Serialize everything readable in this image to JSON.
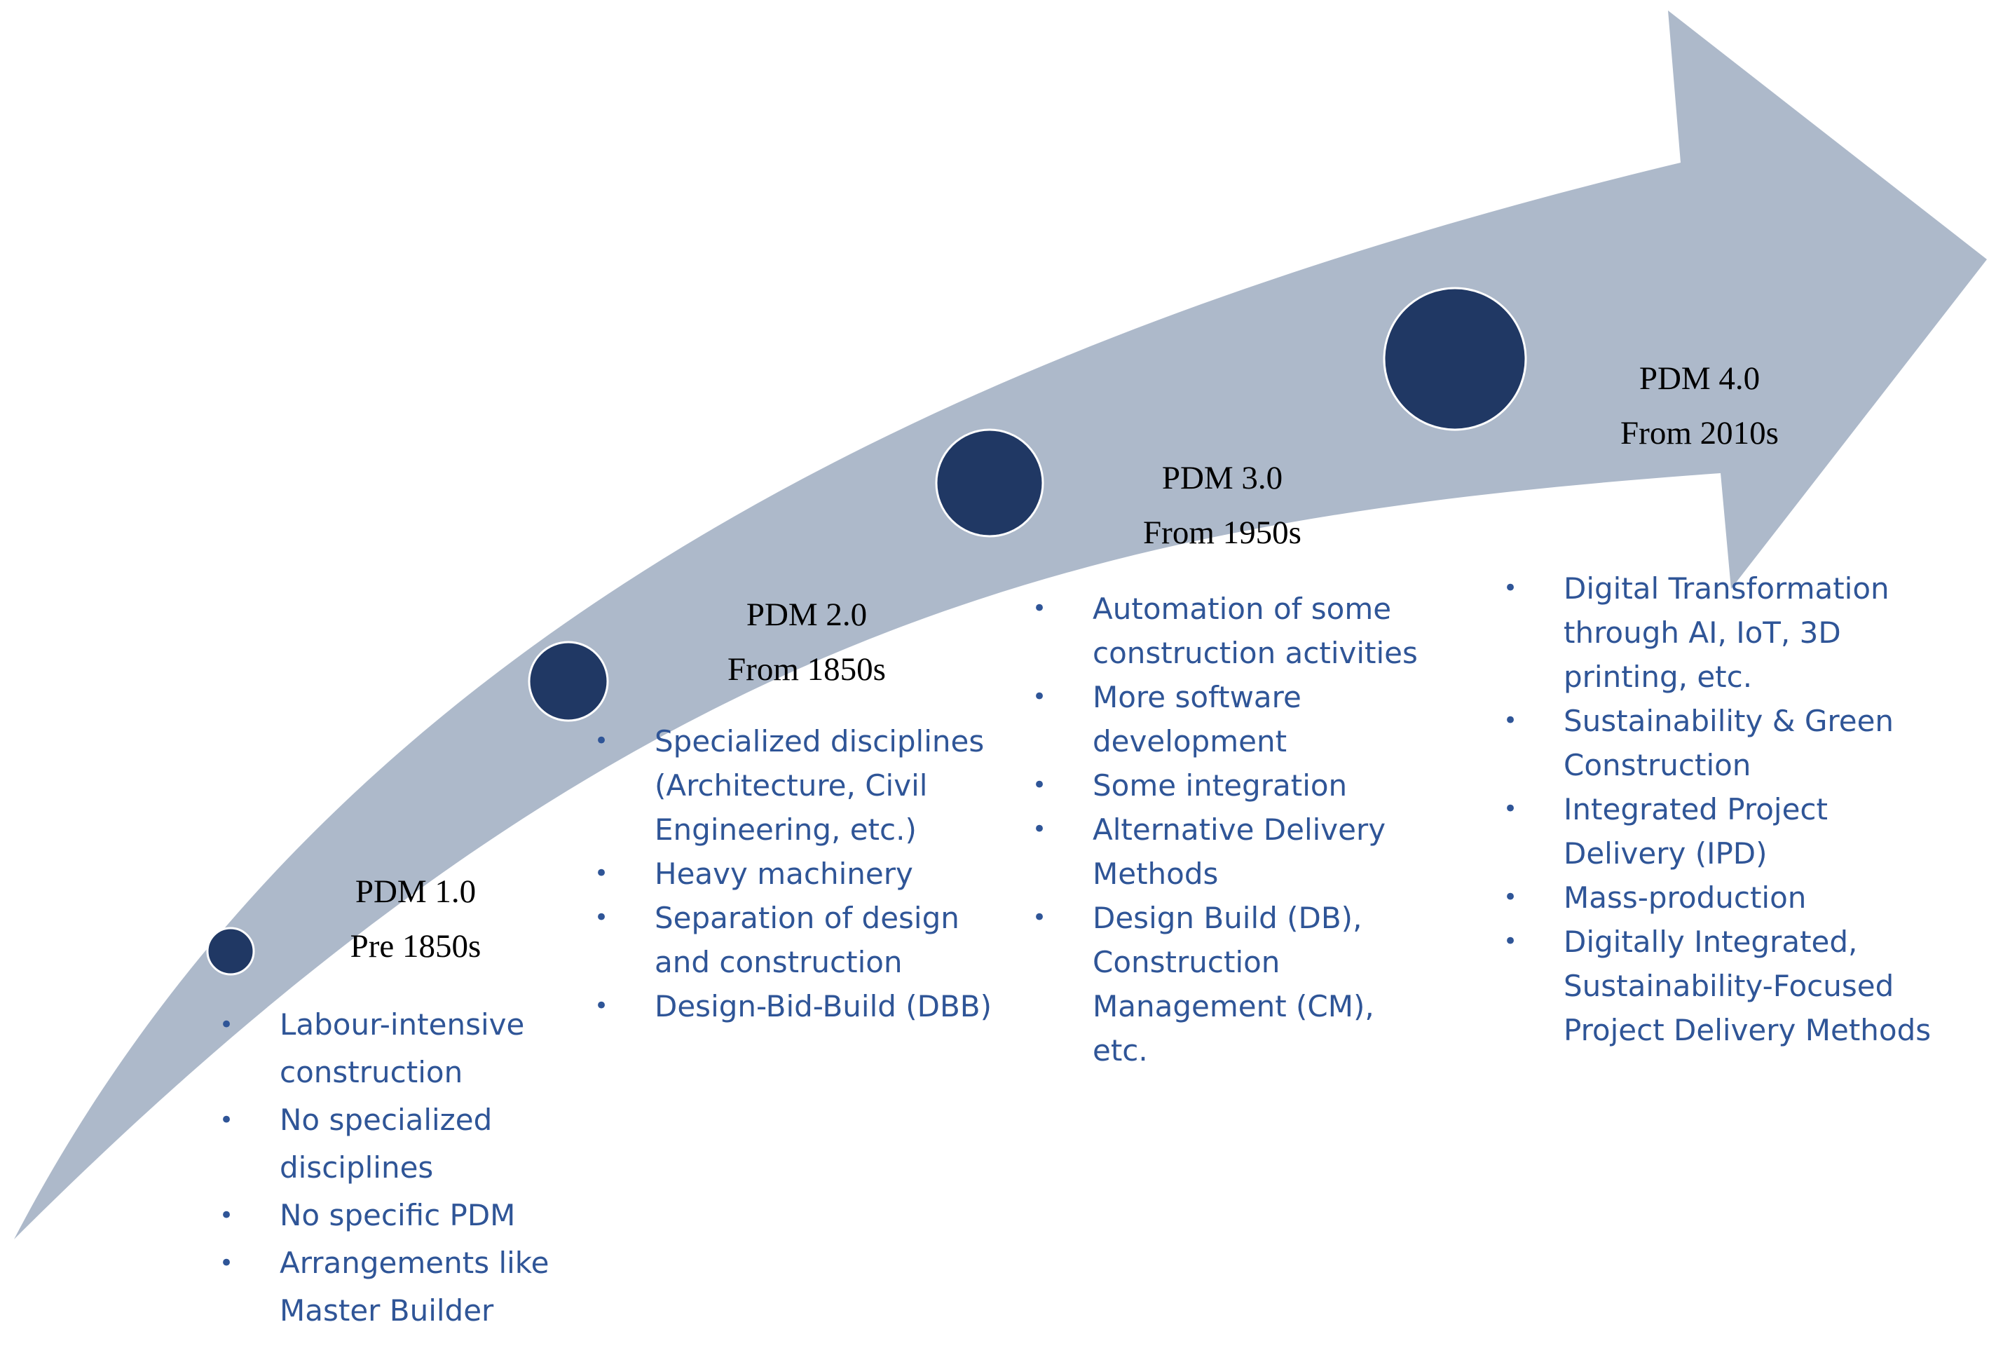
{
  "colors": {
    "arrow": "#adb9ca",
    "milestone": "#203864",
    "milestone_outline": "#ffffff",
    "title_text": "#000000",
    "bullet_text": "#2f5597"
  },
  "stages": [
    {
      "name": "PDM 1.0",
      "period": "Pre 1850s",
      "bullets": [
        "Labour-intensive construction",
        "No specialized disciplines",
        "No specific PDM",
        "Arrangements like Master Builder"
      ]
    },
    {
      "name": "PDM 2.0",
      "period": "From 1850s",
      "bullets": [
        "Specialized disciplines (Architecture, Civil Engineering, etc.)",
        "Heavy machinery",
        "Separation of design and construction",
        "Design-Bid-Build (DBB)"
      ]
    },
    {
      "name": "PDM 3.0",
      "period": "From 1950s",
      "bullets": [
        "Automation of some construction activities",
        "More software development",
        "Some integration",
        "Alternative Delivery Methods",
        "Design Build (DB), Construction Management (CM), etc."
      ]
    },
    {
      "name": "PDM 4.0",
      "period": "From 2010s",
      "bullets": [
        "Digital Transformation through AI, IoT, 3D printing, etc.",
        "Sustainability & Green Construction",
        "Integrated Project Delivery (IPD)",
        "Mass-production",
        "Digitally Integrated, Sustainability-Focused Project Delivery Methods"
      ]
    }
  ]
}
